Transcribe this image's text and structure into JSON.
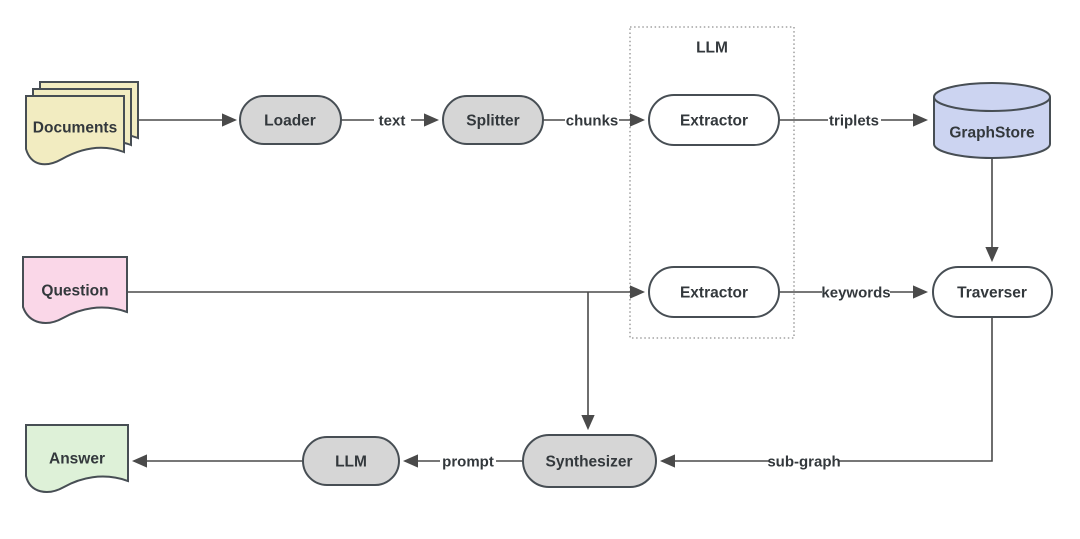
{
  "diagram": {
    "group": {
      "label": "LLM"
    },
    "nodes": {
      "documents": {
        "label": "Documents"
      },
      "loader": {
        "label": "Loader"
      },
      "splitter": {
        "label": "Splitter"
      },
      "extractor_top": {
        "label": "Extractor"
      },
      "graphstore": {
        "label": "GraphStore"
      },
      "question": {
        "label": "Question"
      },
      "extractor_mid": {
        "label": "Extractor"
      },
      "traverser": {
        "label": "Traverser"
      },
      "answer": {
        "label": "Answer"
      },
      "llm": {
        "label": "LLM"
      },
      "synthesizer": {
        "label": "Synthesizer"
      }
    },
    "edge_labels": {
      "text": "text",
      "chunks": "chunks",
      "triplets": "triplets",
      "keywords": "keywords",
      "prompt": "prompt",
      "sub_graph": "sub-graph"
    },
    "colors": {
      "documents_fill": "#f2ecc1",
      "question_fill": "#fad7e8",
      "answer_fill": "#def1d8",
      "graphstore_fill": "#ccd4f1",
      "process_fill": "#d6d6d6",
      "llm_node_fill": "#ffffff",
      "node_stroke": "#474e54",
      "edge_stroke": "#4a4a4a",
      "label_color": "#33383c",
      "group_border": "#8f8f8f",
      "background": "#ffffff"
    }
  }
}
